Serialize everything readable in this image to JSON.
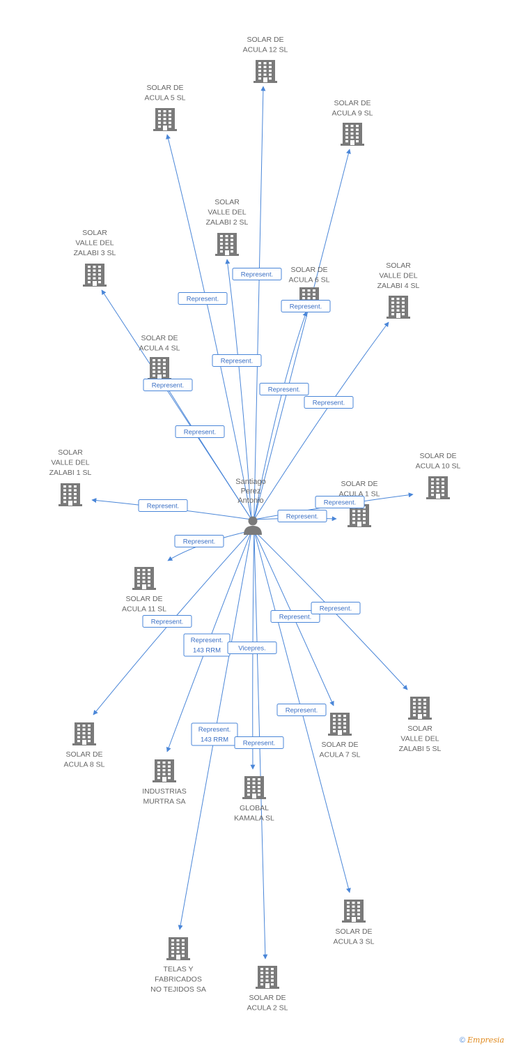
{
  "person": {
    "lines": [
      "Santiago",
      "Perez",
      "Antonio"
    ]
  },
  "companies": [
    {
      "id": "acula12",
      "lines": [
        "SOLAR DE",
        "ACULA 12 SL"
      ]
    },
    {
      "id": "acula5",
      "lines": [
        "SOLAR DE",
        "ACULA 5 SL"
      ]
    },
    {
      "id": "acula9",
      "lines": [
        "SOLAR DE",
        "ACULA 9 SL"
      ]
    },
    {
      "id": "zalabi2",
      "lines": [
        "SOLAR",
        "VALLE DEL",
        "ZALABI 2 SL"
      ]
    },
    {
      "id": "zalabi3",
      "lines": [
        "SOLAR",
        "VALLE DEL",
        "ZALABI 3 SL"
      ]
    },
    {
      "id": "acula6",
      "lines": [
        "SOLAR DE",
        "ACULA 6 SL"
      ]
    },
    {
      "id": "zalabi4",
      "lines": [
        "SOLAR",
        "VALLE DEL",
        "ZALABI 4 SL"
      ]
    },
    {
      "id": "acula4",
      "lines": [
        "SOLAR DE",
        "ACULA 4 SL"
      ]
    },
    {
      "id": "zalabi1",
      "lines": [
        "SOLAR",
        "VALLE DEL",
        "ZALABI 1 SL"
      ]
    },
    {
      "id": "acula10",
      "lines": [
        "SOLAR DE",
        "ACULA 10 SL"
      ]
    },
    {
      "id": "acula1",
      "lines": [
        "SOLAR DE",
        "ACULA 1 SL"
      ]
    },
    {
      "id": "acula11",
      "lines": [
        "SOLAR DE",
        "ACULA 11 SL"
      ]
    },
    {
      "id": "acula8",
      "lines": [
        "SOLAR DE",
        "ACULA 8 SL"
      ]
    },
    {
      "id": "murtra",
      "lines": [
        "INDUSTRIAS",
        "MURTRA SA"
      ]
    },
    {
      "id": "kamala",
      "lines": [
        "GLOBAL",
        "KAMALA SL"
      ]
    },
    {
      "id": "acula7",
      "lines": [
        "SOLAR DE",
        "ACULA 7 SL"
      ]
    },
    {
      "id": "zalabi5",
      "lines": [
        "SOLAR",
        "VALLE DEL",
        "ZALABI 5 SL"
      ]
    },
    {
      "id": "acula3",
      "lines": [
        "SOLAR DE",
        "ACULA 3 SL"
      ]
    },
    {
      "id": "telas",
      "lines": [
        "TELAS Y",
        "FABRICADOS",
        "NO TEJIDOS SA"
      ]
    },
    {
      "id": "acula2",
      "lines": [
        "SOLAR DE",
        "ACULA 2 SL"
      ]
    }
  ],
  "relations": [
    {
      "target": "acula12",
      "lines": [
        "Represent."
      ]
    },
    {
      "target": "acula5",
      "lines": [
        "Represent."
      ]
    },
    {
      "target": "acula9",
      "lines": [
        "Represent."
      ]
    },
    {
      "target": "zalabi2",
      "lines": [
        "Represent."
      ]
    },
    {
      "target": "zalabi3",
      "lines": [
        "Represent."
      ]
    },
    {
      "target": "acula6",
      "lines": [
        "Represent."
      ]
    },
    {
      "target": "zalabi4",
      "lines": [
        "Represent."
      ]
    },
    {
      "target": "acula4",
      "lines": [
        "Represent."
      ]
    },
    {
      "target": "zalabi1",
      "lines": [
        "Represent."
      ]
    },
    {
      "target": "acula10",
      "lines": [
        "Represent."
      ]
    },
    {
      "target": "acula1",
      "lines": [
        "Represent."
      ]
    },
    {
      "target": "acula11",
      "lines": [
        "Represent."
      ]
    },
    {
      "target": "acula8",
      "lines": [
        "Represent."
      ]
    },
    {
      "target": "murtra",
      "lines": [
        "Represent.",
        "143 RRM"
      ]
    },
    {
      "target": "kamala",
      "lines": [
        "Vicepres."
      ]
    },
    {
      "target": "acula7",
      "lines": [
        "Represent."
      ]
    },
    {
      "target": "zalabi5",
      "lines": [
        "Represent."
      ]
    },
    {
      "target": "acula3",
      "lines": [
        "Represent."
      ]
    },
    {
      "target": "telas",
      "lines": [
        "Represent.",
        "143 RRM"
      ]
    },
    {
      "target": "acula2",
      "lines": [
        "Represent."
      ]
    }
  ],
  "footer": {
    "copyright": "©",
    "brand": "Empresia"
  },
  "colors": {
    "edge": "#4a86d8",
    "icon": "#7a7a7a",
    "label": "#666666"
  }
}
